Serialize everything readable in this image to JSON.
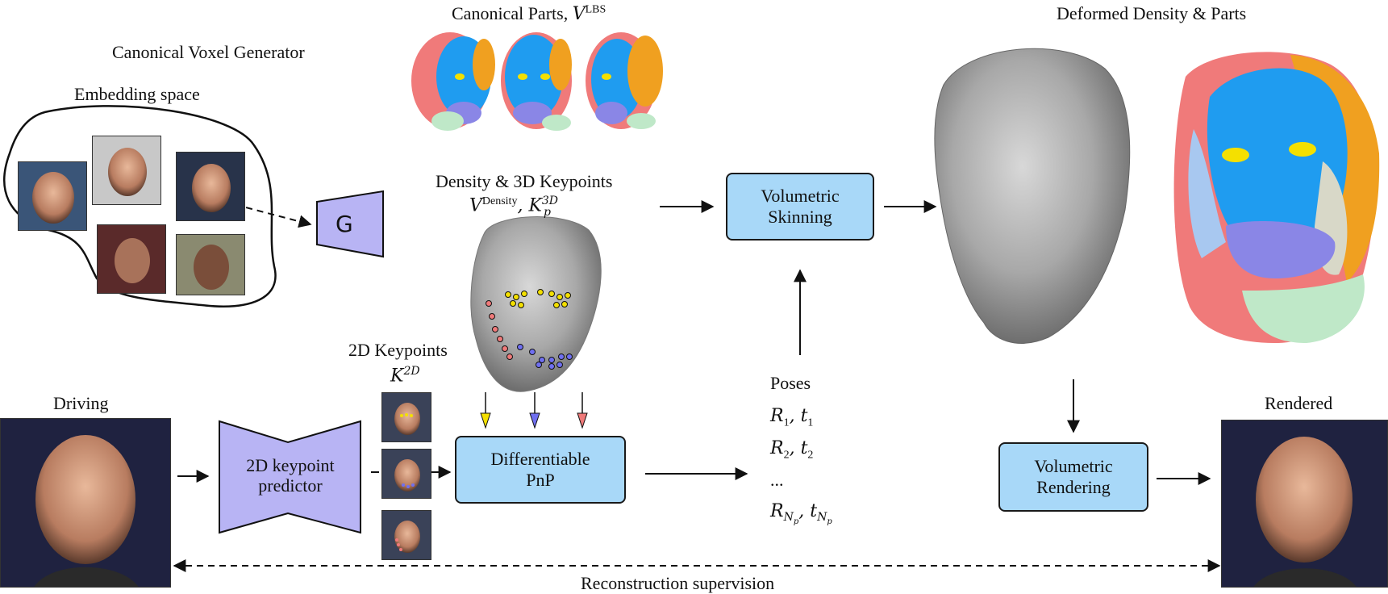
{
  "labels": {
    "canonical_voxel_generator": "Canonical Voxel Generator",
    "embedding_space": "Embedding space",
    "generator": "G",
    "canonical_parts": "Canonical Parts, ",
    "canonical_parts_math": "V",
    "canonical_parts_sup": "LBS",
    "density_keypoints": "Density & 3D Keypoints",
    "density_math_v": "V",
    "density_math_sup": "Density",
    "density_math_k": ", K",
    "density_math_ksup": "3D",
    "density_math_ksub": "p",
    "keypoints_2d": "2D Keypoints",
    "keypoints_2d_math": "K",
    "keypoints_2d_sup": "2D",
    "driving": "Driving",
    "rendered": "Rendered",
    "deformed": "Deformed Density & Parts",
    "poses": "Poses",
    "pose_1": "R",
    "pose_1_sub": "1",
    "pose_1_t": ", t",
    "pose_2": "R",
    "pose_2_sub": "2",
    "pose_2_t": ", t",
    "pose_dots": "...",
    "pose_n": "R",
    "pose_n_sub": "N",
    "pose_n_subsub": "p",
    "pose_n_t": ", t",
    "reconstruction": "Reconstruction supervision"
  },
  "boxes": {
    "skinning_line1": "Volumetric",
    "skinning_line2": "Skinning",
    "pnp_line1": "Differentiable",
    "pnp_line2": "PnP",
    "rendering_line1": "Volumetric",
    "rendering_line2": "Rendering",
    "predictor_line1": "2D keypoint",
    "predictor_line2": "predictor"
  },
  "colors": {
    "box_fill": "#a8d8f8",
    "network_fill": "#b8b4f4",
    "part_blue": "#1f9cf0",
    "part_orange": "#f0a020",
    "part_red": "#f07a7a",
    "part_purple": "#8a86e6",
    "part_yellow": "#f4e000",
    "part_green": "#bfe8c8",
    "density_gray": "#a6a6a6"
  }
}
